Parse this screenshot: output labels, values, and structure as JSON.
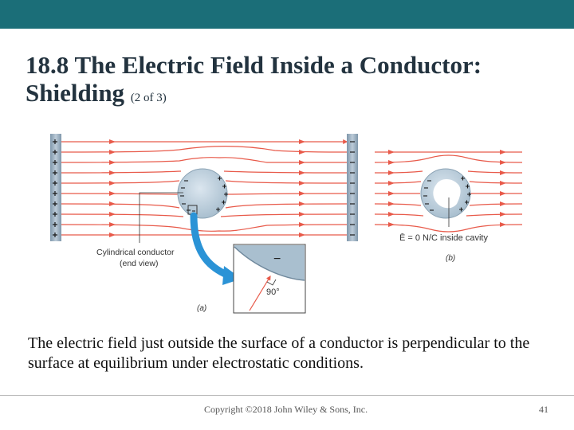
{
  "slide": {
    "title_main": "18.8 The Electric Field Inside a Conductor: Shielding ",
    "title_part": "(2 of 3)",
    "body": "The electric field just outside the surface of a conductor is perpendicular to the surface at equilibrium under electrostatic conditions.",
    "footer": "Copyright ©2018 John Wiley & Sons, Inc.",
    "page_number": "41"
  },
  "figure": {
    "cylinder_label_line1": "Cylindrical conductor",
    "cylinder_label_line2": "(end view)",
    "angle_label": "90°",
    "minus_sign": "−",
    "caption_a": "(a)",
    "caption_b": "(b)",
    "cavity_label": "Ē = 0 N/C inside cavity",
    "colors": {
      "field_line": "#e85a4a",
      "plate": "#9fb4c6",
      "conductor": "#c6d6e2",
      "arrow": "#2b93d6"
    }
  }
}
